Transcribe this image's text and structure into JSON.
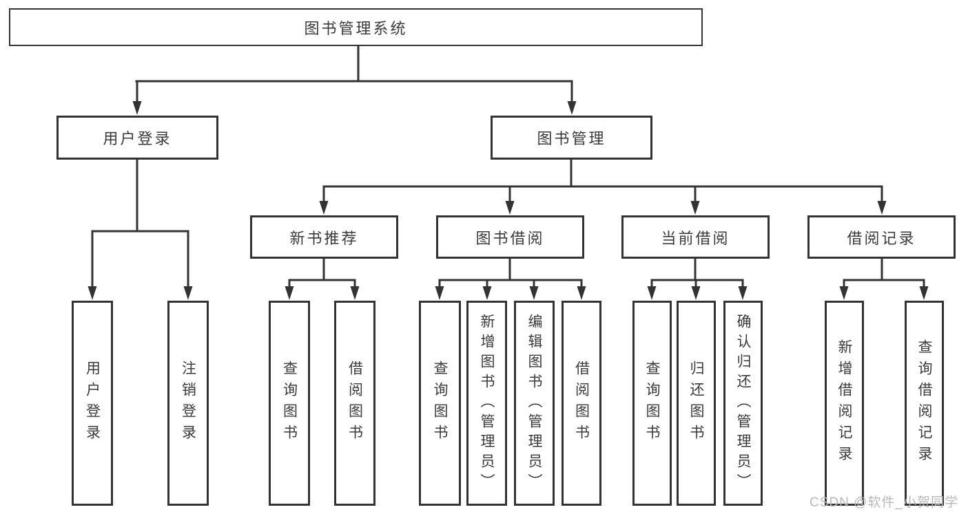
{
  "colors": {
    "line": "#333333",
    "text": "#3a3a3a",
    "background": "#ffffff",
    "watermark_color": "#b8b8b8"
  },
  "tree": {
    "label": "图书管理系统",
    "children": [
      {
        "label": "用户登录",
        "children": [
          {
            "label": "用户登录"
          },
          {
            "label": "注销登录"
          }
        ]
      },
      {
        "label": "图书管理",
        "children": [
          {
            "label": "新书推荐",
            "children": [
              {
                "label": "查询图书"
              },
              {
                "label": "借阅图书"
              }
            ]
          },
          {
            "label": "图书借阅",
            "children": [
              {
                "label": "查询图书"
              },
              {
                "label": "新增图书（管理员）"
              },
              {
                "label": "编辑图书（管理员）"
              },
              {
                "label": "借阅图书"
              }
            ]
          },
          {
            "label": "当前借阅",
            "children": [
              {
                "label": "查询图书"
              },
              {
                "label": "归还图书"
              },
              {
                "label": "确认归还（管理员）"
              }
            ]
          },
          {
            "label": "借阅记录",
            "children": [
              {
                "label": "新增借阅记录"
              },
              {
                "label": "查询借阅记录"
              }
            ]
          }
        ]
      }
    ]
  },
  "watermark": "CSDN @软件_小贺同学"
}
